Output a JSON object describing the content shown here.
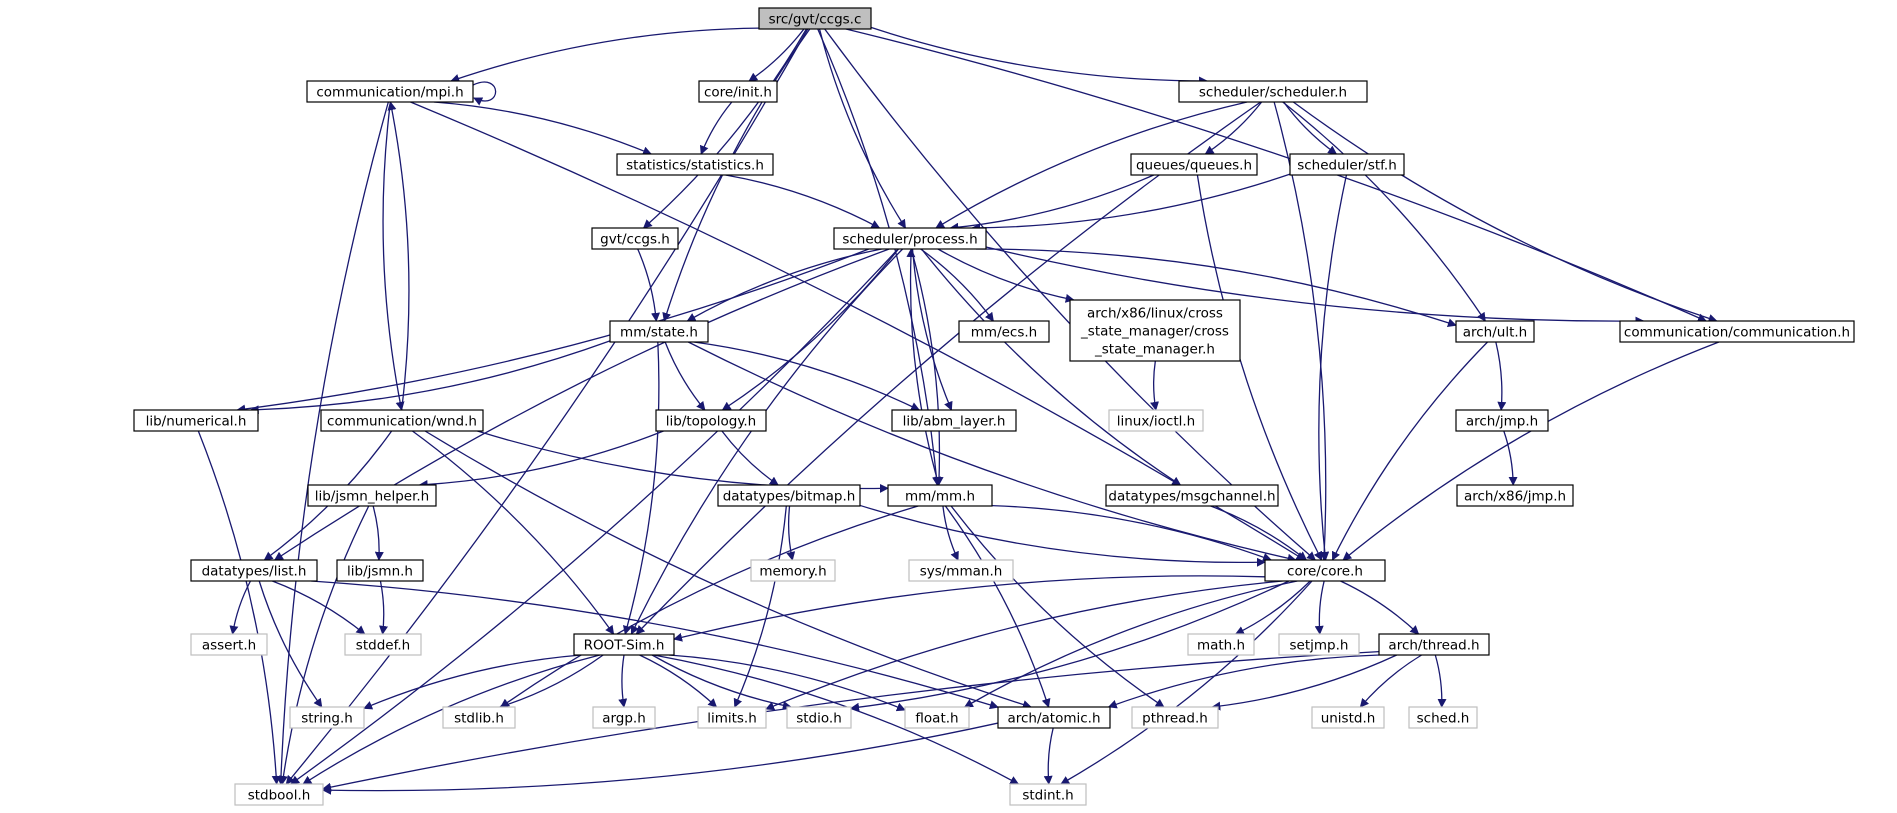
{
  "colors": {
    "edge": "#191970",
    "node_border": "#000000",
    "external_border": "#bfbfbf",
    "root_fill": "#bfbfbf",
    "node_fill": "#ffffff",
    "text": "#000000"
  },
  "graph": {
    "root": "root",
    "nodes": [
      {
        "id": "root",
        "label": "src/gvt/ccgs.c",
        "kind": "root"
      },
      {
        "id": "mpi",
        "label": "communication/mpi.h",
        "kind": "header"
      },
      {
        "id": "init",
        "label": "core/init.h",
        "kind": "header"
      },
      {
        "id": "sched",
        "label": "scheduler/scheduler.h",
        "kind": "header"
      },
      {
        "id": "stats",
        "label": "statistics/statistics.h",
        "kind": "header"
      },
      {
        "id": "queues",
        "label": "queues/queues.h",
        "kind": "header"
      },
      {
        "id": "stf",
        "label": "scheduler/stf.h",
        "kind": "header"
      },
      {
        "id": "gccgs",
        "label": "gvt/ccgs.h",
        "kind": "header"
      },
      {
        "id": "process",
        "label": "scheduler/process.h",
        "kind": "header"
      },
      {
        "id": "state",
        "label": "mm/state.h",
        "kind": "header"
      },
      {
        "id": "ecs",
        "label": "mm/ecs.h",
        "kind": "header"
      },
      {
        "id": "csm",
        "label": [
          "arch/x86/linux/cross",
          "_state_manager/cross",
          "_state_manager.h"
        ],
        "kind": "header"
      },
      {
        "id": "ult",
        "label": "arch/ult.h",
        "kind": "header"
      },
      {
        "id": "comm",
        "label": "communication/communication.h",
        "kind": "header"
      },
      {
        "id": "numerical",
        "label": "lib/numerical.h",
        "kind": "header"
      },
      {
        "id": "wnd",
        "label": "communication/wnd.h",
        "kind": "header"
      },
      {
        "id": "topology",
        "label": "lib/topology.h",
        "kind": "header"
      },
      {
        "id": "abm",
        "label": "lib/abm_layer.h",
        "kind": "header"
      },
      {
        "id": "ioctl",
        "label": "linux/ioctl.h",
        "kind": "external"
      },
      {
        "id": "jmp",
        "label": "arch/jmp.h",
        "kind": "header"
      },
      {
        "id": "jsmnh",
        "label": "lib/jsmn_helper.h",
        "kind": "header"
      },
      {
        "id": "bitmap",
        "label": "datatypes/bitmap.h",
        "kind": "header"
      },
      {
        "id": "mm",
        "label": "mm/mm.h",
        "kind": "header"
      },
      {
        "id": "msgch",
        "label": "datatypes/msgchannel.h",
        "kind": "header"
      },
      {
        "id": "x86jmp",
        "label": "arch/x86/jmp.h",
        "kind": "header"
      },
      {
        "id": "list",
        "label": "datatypes/list.h",
        "kind": "header"
      },
      {
        "id": "jsmn",
        "label": "lib/jsmn.h",
        "kind": "header"
      },
      {
        "id": "memory",
        "label": "memory.h",
        "kind": "external"
      },
      {
        "id": "sysmman",
        "label": "sys/mman.h",
        "kind": "external"
      },
      {
        "id": "core",
        "label": "core/core.h",
        "kind": "header"
      },
      {
        "id": "assert",
        "label": "assert.h",
        "kind": "external"
      },
      {
        "id": "stddef",
        "label": "stddef.h",
        "kind": "external"
      },
      {
        "id": "rootsim",
        "label": "ROOT-Sim.h",
        "kind": "header"
      },
      {
        "id": "math",
        "label": "math.h",
        "kind": "external"
      },
      {
        "id": "setjmp",
        "label": "setjmp.h",
        "kind": "external"
      },
      {
        "id": "thread",
        "label": "arch/thread.h",
        "kind": "header"
      },
      {
        "id": "string",
        "label": "string.h",
        "kind": "external"
      },
      {
        "id": "stdlib",
        "label": "stdlib.h",
        "kind": "external"
      },
      {
        "id": "argp",
        "label": "argp.h",
        "kind": "external"
      },
      {
        "id": "limits",
        "label": "limits.h",
        "kind": "external"
      },
      {
        "id": "stdio",
        "label": "stdio.h",
        "kind": "external"
      },
      {
        "id": "float",
        "label": "float.h",
        "kind": "external"
      },
      {
        "id": "atomic",
        "label": "arch/atomic.h",
        "kind": "header"
      },
      {
        "id": "pthread",
        "label": "pthread.h",
        "kind": "external"
      },
      {
        "id": "unistd",
        "label": "unistd.h",
        "kind": "external"
      },
      {
        "id": "schedh",
        "label": "sched.h",
        "kind": "external"
      },
      {
        "id": "stdbool",
        "label": "stdbool.h",
        "kind": "external"
      },
      {
        "id": "stdint",
        "label": "stdint.h",
        "kind": "external"
      }
    ],
    "edges": [
      [
        "root",
        "stdbool"
      ],
      [
        "root",
        "mpi"
      ],
      [
        "root",
        "init"
      ],
      [
        "root",
        "sched"
      ],
      [
        "root",
        "gccgs"
      ],
      [
        "root",
        "state"
      ],
      [
        "root",
        "mm"
      ],
      [
        "root",
        "process"
      ],
      [
        "root",
        "comm"
      ],
      [
        "root",
        "core"
      ],
      [
        "mpi",
        "mpi"
      ],
      [
        "mpi",
        "stdbool"
      ],
      [
        "mpi",
        "stats"
      ],
      [
        "mpi",
        "wnd"
      ],
      [
        "mpi",
        "core"
      ],
      [
        "init",
        "stats"
      ],
      [
        "stats",
        "process"
      ],
      [
        "sched",
        "process"
      ],
      [
        "sched",
        "queues"
      ],
      [
        "sched",
        "stf"
      ],
      [
        "sched",
        "ult"
      ],
      [
        "sched",
        "comm"
      ],
      [
        "sched",
        "core"
      ],
      [
        "sched",
        "rootsim"
      ],
      [
        "queues",
        "process"
      ],
      [
        "queues",
        "core"
      ],
      [
        "stf",
        "process"
      ],
      [
        "stf",
        "core"
      ],
      [
        "gccgs",
        "state"
      ],
      [
        "process",
        "state"
      ],
      [
        "process",
        "ecs"
      ],
      [
        "process",
        "csm"
      ],
      [
        "process",
        "ult"
      ],
      [
        "process",
        "comm"
      ],
      [
        "process",
        "numerical"
      ],
      [
        "process",
        "list"
      ],
      [
        "process",
        "topology"
      ],
      [
        "process",
        "abm"
      ],
      [
        "process",
        "mm"
      ],
      [
        "process",
        "msgch"
      ],
      [
        "process",
        "stdbool"
      ],
      [
        "process",
        "rootsim"
      ],
      [
        "state",
        "numerical"
      ],
      [
        "state",
        "topology"
      ],
      [
        "state",
        "abm"
      ],
      [
        "state",
        "core"
      ],
      [
        "state",
        "rootsim"
      ],
      [
        "csm",
        "ioctl"
      ],
      [
        "ult",
        "jmp"
      ],
      [
        "ult",
        "core"
      ],
      [
        "jmp",
        "x86jmp"
      ],
      [
        "comm",
        "core"
      ],
      [
        "numerical",
        "stdbool"
      ],
      [
        "wnd",
        "mpi"
      ],
      [
        "wnd",
        "list"
      ],
      [
        "wnd",
        "mm"
      ],
      [
        "wnd",
        "rootsim"
      ],
      [
        "wnd",
        "atomic"
      ],
      [
        "topology",
        "jsmnh"
      ],
      [
        "topology",
        "bitmap"
      ],
      [
        "jsmnh",
        "jsmn"
      ],
      [
        "jsmnh",
        "stdbool"
      ],
      [
        "jsmn",
        "stddef"
      ],
      [
        "bitmap",
        "memory"
      ],
      [
        "bitmap",
        "limits"
      ],
      [
        "bitmap",
        "core"
      ],
      [
        "mm",
        "process"
      ],
      [
        "mm",
        "sysmman"
      ],
      [
        "mm",
        "core"
      ],
      [
        "mm",
        "stdlib"
      ],
      [
        "mm",
        "atomic"
      ],
      [
        "mm",
        "pthread"
      ],
      [
        "msgch",
        "core"
      ],
      [
        "list",
        "assert"
      ],
      [
        "list",
        "stddef"
      ],
      [
        "list",
        "string"
      ],
      [
        "list",
        "atomic"
      ],
      [
        "core",
        "rootsim"
      ],
      [
        "core",
        "math"
      ],
      [
        "core",
        "setjmp"
      ],
      [
        "core",
        "thread"
      ],
      [
        "core",
        "limits"
      ],
      [
        "core",
        "stdio"
      ],
      [
        "core",
        "float"
      ],
      [
        "core",
        "stdint"
      ],
      [
        "rootsim",
        "string"
      ],
      [
        "rootsim",
        "stdlib"
      ],
      [
        "rootsim",
        "argp"
      ],
      [
        "rootsim",
        "limits"
      ],
      [
        "rootsim",
        "stdio"
      ],
      [
        "rootsim",
        "float"
      ],
      [
        "rootsim",
        "stdbool"
      ],
      [
        "rootsim",
        "stdint"
      ],
      [
        "thread",
        "atomic"
      ],
      [
        "thread",
        "pthread"
      ],
      [
        "thread",
        "unistd"
      ],
      [
        "thread",
        "schedh"
      ],
      [
        "thread",
        "stdbool"
      ],
      [
        "atomic",
        "stdbool"
      ],
      [
        "atomic",
        "stdint"
      ]
    ]
  }
}
